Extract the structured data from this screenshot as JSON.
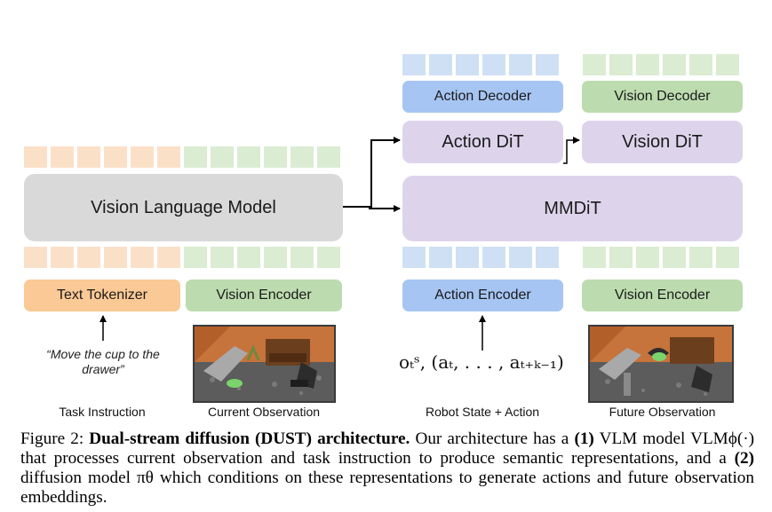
{
  "diagram": {
    "boxes": {
      "vlm": "Vision Language Model",
      "mmdit": "MMDiT",
      "action_dit": "Action DiT",
      "vision_dit": "Vision DiT",
      "action_decoder": "Action Decoder",
      "vision_decoder": "Vision Decoder",
      "text_tokenizer": "Text Tokenizer",
      "vision_encoder_left": "Vision Encoder",
      "action_encoder": "Action Encoder",
      "vision_encoder_right": "Vision Encoder"
    },
    "instruction_text": "“Move the cup to the drawer”",
    "state_formula": "oₜˢ, (aₜ, . . . , aₜ₊ₖ₋₁)",
    "labels": {
      "task_instruction": "Task Instruction",
      "current_observation": "Current Observation",
      "robot_state_action": "Robot State + Action",
      "future_observation": "Future Observation"
    },
    "colors": {
      "orange": "#fbc995",
      "green": "#bcdcaf",
      "blue": "#a6c5f3",
      "purple": "#ddd4ec",
      "grey": "#d9d9d9"
    }
  },
  "caption": {
    "prefix": "Figure 2: ",
    "title": "Dual-stream diffusion (DUST) architecture.",
    "text1": " Our architecture has a ",
    "item1": "(1)",
    "text2": " VLM model VLMϕ(·) that processes current observation and task instruction to produce semantic representations, and a ",
    "item2": "(2)",
    "text3": " diffusion model πθ which conditions on these representations to generate actions and future observation embeddings."
  }
}
